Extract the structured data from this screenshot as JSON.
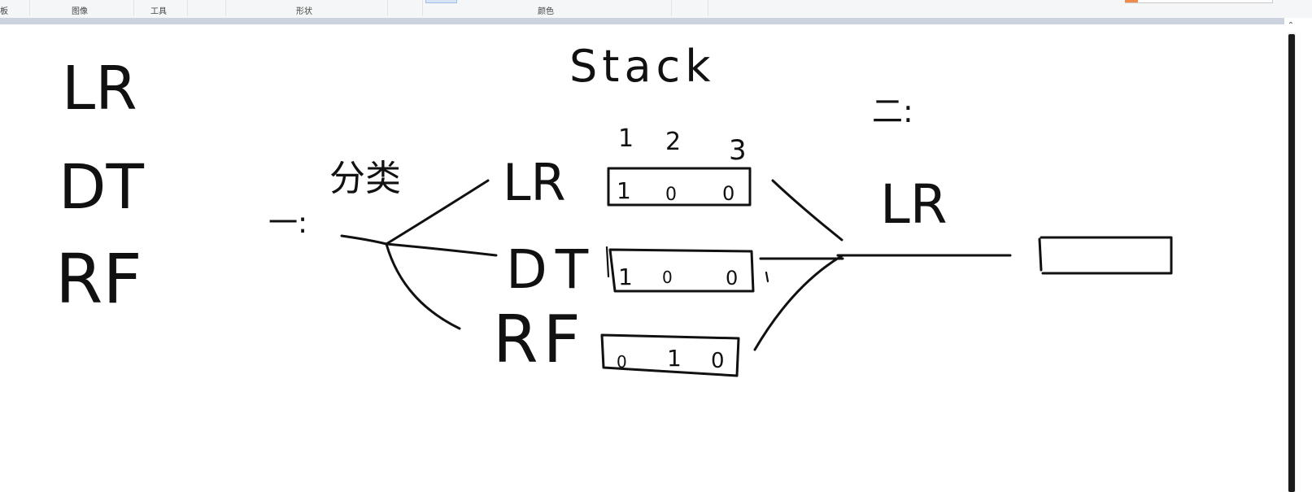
{
  "ribbon": {
    "groups": [
      {
        "label": "板"
      },
      {
        "label": "图像"
      },
      {
        "label": "工具"
      },
      {
        "label": "形状"
      },
      {
        "label": "颜色"
      }
    ]
  },
  "canvas": {
    "left_labels": [
      "LR",
      "DT",
      "RF"
    ],
    "title_text": "Stack",
    "section_one_marker": "一:",
    "section_two_marker": "二:",
    "section_one_word": "分类",
    "model_labels": [
      "LR",
      "DT",
      "RF"
    ],
    "column_headers": [
      "1",
      "2",
      "3"
    ],
    "rows": [
      {
        "cells": [
          "1",
          "0",
          "0"
        ]
      },
      {
        "cells": [
          "1",
          "0",
          "0"
        ]
      },
      {
        "cells": [
          "0",
          "1",
          "0"
        ]
      }
    ],
    "meta_model_label": "LR"
  },
  "colors": {
    "ink": "#111111",
    "ribbon_bg": "#f5f6f7",
    "workspace_frame": "#cbd3de",
    "accent": "#f08a4b"
  },
  "icons": {
    "scroll_up": "chevron-up-icon"
  }
}
